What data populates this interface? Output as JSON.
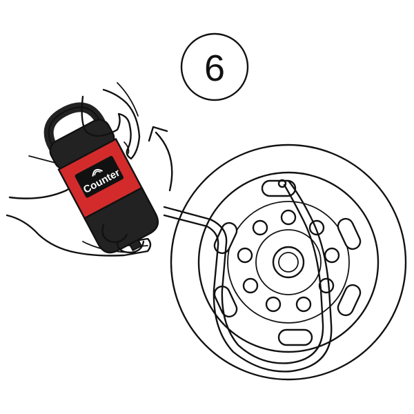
{
  "step": {
    "number": "6"
  },
  "bottle": {
    "brand": "Counter"
  },
  "colors": {
    "ink": "#111111",
    "bottle_body": "#222222",
    "bottle_band": "#d32b2b",
    "label_bg": "#111111",
    "background": "#ffffff"
  },
  "icons": {
    "step_badge": "circled-number",
    "bottle": "balance-beads-bottle",
    "wheel": "truck-wheel-icon",
    "tube": "fill-tube",
    "motion": "curved-arrow"
  }
}
